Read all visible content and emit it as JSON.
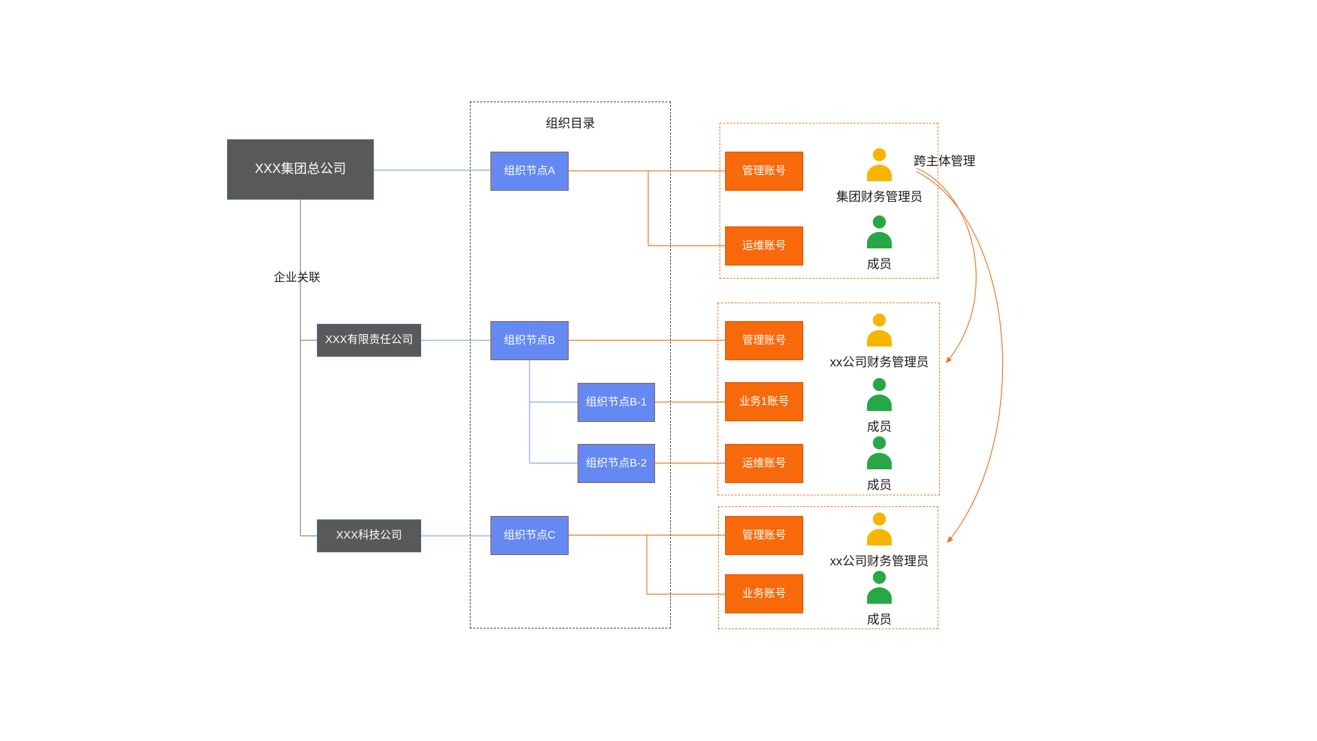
{
  "labels": {
    "org_directory": "组织目录",
    "enterprise_link": "企业关联",
    "cross_entity": "跨主体管理"
  },
  "companies": {
    "hq": "XXX集团总公司",
    "llc": "XXX有限责任公司",
    "tech": "XXX科技公司"
  },
  "nodes": {
    "a": "组织节点A",
    "b": "组织节点B",
    "b1": "组织节点B-1",
    "b2": "组织节点B-2",
    "c": "组织节点C"
  },
  "groups": [
    {
      "accounts": [
        "管理账号",
        "运维账号"
      ],
      "people": [
        {
          "label": "集团财务管理员",
          "color": "#F7B500"
        },
        {
          "label": "成员",
          "color": "#27A746"
        }
      ]
    },
    {
      "accounts": [
        "管理账号",
        "业务1账号",
        "运维账号"
      ],
      "people": [
        {
          "label": "xx公司财务管理员",
          "color": "#F7B500"
        },
        {
          "label": "成员",
          "color": "#27A746"
        },
        {
          "label": "成员",
          "color": "#27A746"
        }
      ]
    },
    {
      "accounts": [
        "管理账号",
        "业务账号"
      ],
      "people": [
        {
          "label": "xx公司财务管理员",
          "color": "#F7B500"
        },
        {
          "label": "成员",
          "color": "#27A746"
        }
      ]
    }
  ],
  "colors": {
    "company_fill": "#595959",
    "company_border": "#41719C",
    "node_fill": "#6589F2",
    "node_border": "#8F5B38",
    "account_fill": "#F7690A",
    "account_border": "#D35400",
    "group_dash": "#ED7117",
    "directory_dash": "#333333",
    "line_gray": "#7F7F7F",
    "line_blue": "#7EA6E0",
    "line_orange": "#ED7117",
    "person_admin": "#F7B500",
    "person_member": "#27A746"
  }
}
